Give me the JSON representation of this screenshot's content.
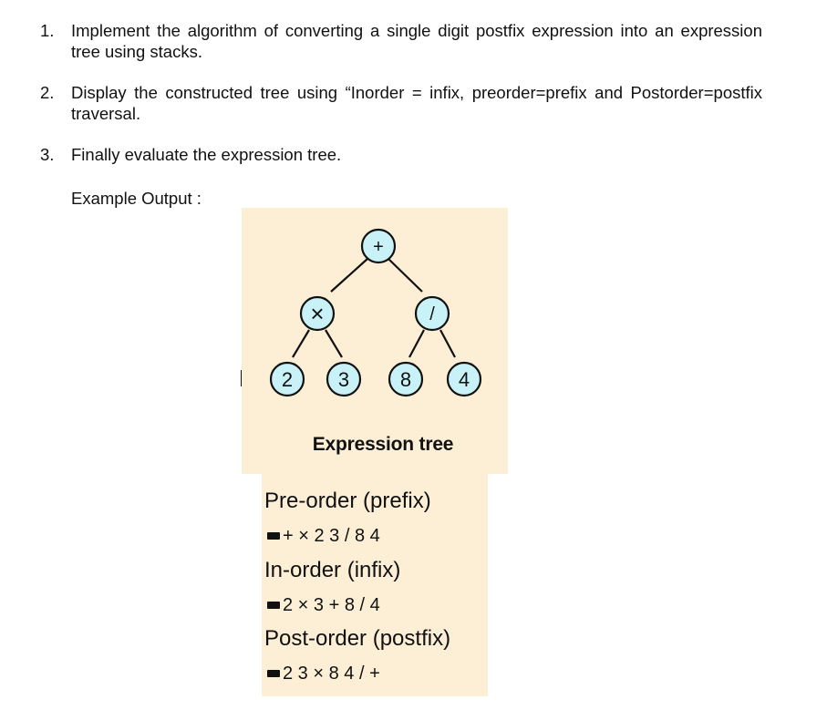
{
  "instructions": [
    {
      "number": "1.",
      "text": "Implement the algorithm of converting a single digit postfix expression into an expression tree using stacks."
    },
    {
      "number": "2.",
      "text": "Display the constructed tree using “Inorder = infix, preorder=prefix and Postorder=postfix traversal."
    },
    {
      "number": "3.",
      "text": "Finally evaluate the expression tree."
    }
  ],
  "example_label": "Example Output :",
  "tree": {
    "caption": "Expression tree",
    "nodes": {
      "root": "+",
      "left": "×",
      "right": "/",
      "left_left": "2",
      "left_right": "3",
      "right_left": "8",
      "right_right": "4"
    },
    "colors": {
      "node_fill": "#c8f2f7",
      "node_stroke": "#111111",
      "panel_background": "#fcefd6"
    }
  },
  "traversals": [
    {
      "heading": "Pre-order (prefix)",
      "sequence": "+ × 2 3 / 8 4"
    },
    {
      "heading": "In-order (infix)",
      "sequence": "2 × 3 + 8 / 4"
    },
    {
      "heading": "Post-order (postfix)",
      "sequence": "2 3 × 8 4 / +"
    }
  ]
}
